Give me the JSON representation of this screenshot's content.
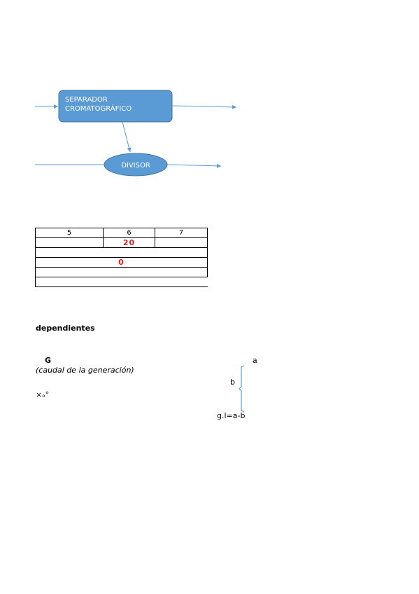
{
  "diagram": {
    "separator_label_line1": "SEPARADOR",
    "separator_label_line2": "CROMATOGRÁFICO",
    "divider_label": "DIVISOR",
    "colors": {
      "node_fill": "#5b9bd5",
      "node_stroke": "#41719c",
      "arrow": "#5b9bd5"
    }
  },
  "table": {
    "header": [
      "5",
      "6",
      "7"
    ],
    "row1_value": "20",
    "row3_value": "0",
    "highlight_color": "#e02020"
  },
  "text": {
    "heading": "dependientes",
    "g_label": "G",
    "g_caption": "(caudal de la generación)",
    "xo_label": "×ₒ°",
    "a_label": "a",
    "b_label": "b",
    "gl_label": "g.l=a-b"
  }
}
